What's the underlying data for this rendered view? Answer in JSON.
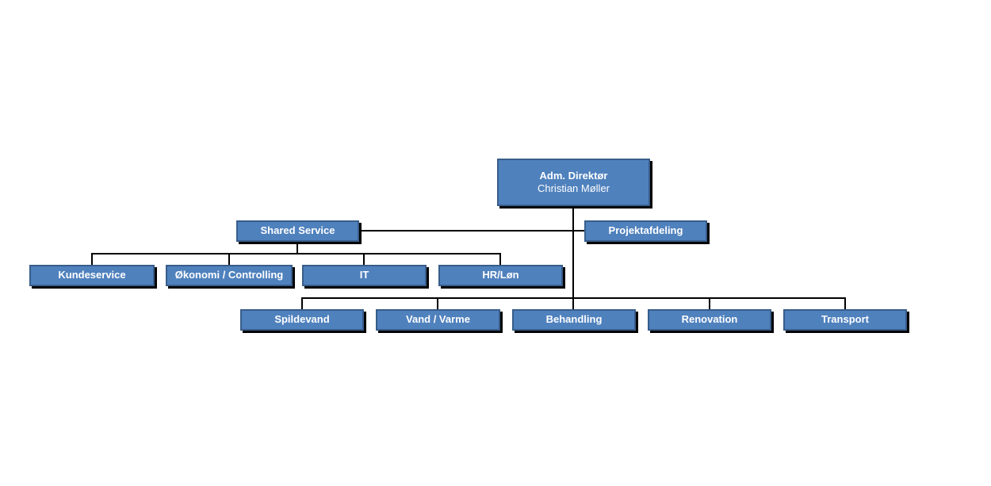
{
  "diagram_type": "org-chart",
  "colors": {
    "background": "#ffffff",
    "box_fill": "#4f81bd",
    "box_border": "#385d8a",
    "shadow": "#000000",
    "line": "#000000",
    "text": "#ffffff"
  },
  "nodes": {
    "director": {
      "title": "Adm. Direktør",
      "subtitle": "Christian Møller"
    },
    "shared_service": {
      "label": "Shared Service"
    },
    "projektafdeling": {
      "label": "Projektafdeling"
    },
    "shared_service_children": [
      {
        "label": "Kundeservice"
      },
      {
        "label": "Økonomi / Controlling"
      },
      {
        "label": "IT"
      },
      {
        "label": "HR/Løn"
      }
    ],
    "director_children": [
      {
        "label": "Spildevand"
      },
      {
        "label": "Vand / Varme"
      },
      {
        "label": "Behandling"
      },
      {
        "label": "Renovation"
      },
      {
        "label": "Transport"
      }
    ]
  },
  "hierarchy": {
    "root": "Adm. Direktør (Christian Møller)",
    "children_of_root": [
      "Shared Service",
      "Projektafdeling",
      "Spildevand",
      "Vand / Varme",
      "Behandling",
      "Renovation",
      "Transport"
    ],
    "children_of_shared_service": [
      "Kundeservice",
      "Økonomi / Controlling",
      "IT",
      "HR/Løn"
    ]
  }
}
